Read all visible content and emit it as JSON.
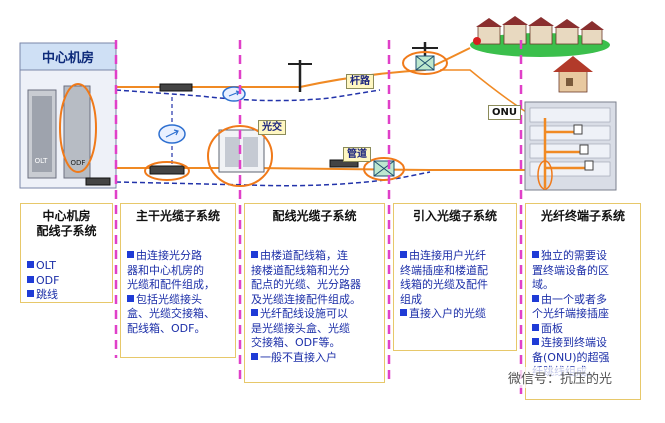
{
  "header": {
    "center_room": "中心机房"
  },
  "equipment_labels": {
    "olt": "OLT",
    "odf": "ODF"
  },
  "diagram_labels": {
    "overhead": "杆路",
    "cross_cabinet": "光交",
    "duct": "管道",
    "onu": "ONU"
  },
  "colors": {
    "fiber": "#f08a24",
    "dashed": "#2233aa",
    "divider": "#e040c8",
    "box_border": "#e7c86a",
    "body_text": "#1c2fa8",
    "highlight": "#f07a1a"
  },
  "subsystems": [
    {
      "title_lines": [
        "中心机房",
        "配线子系统"
      ],
      "bullets": [
        [
          "OLT"
        ],
        [
          "ODF"
        ],
        [
          "跳线"
        ]
      ]
    },
    {
      "title_lines": [
        "主干光缆子系统"
      ],
      "bullets": [
        [
          "由连接光分路",
          "器和中心机房的",
          "光缆和配件组成，"
        ],
        [
          "包括光缆接头",
          "盒、光缆交接箱、",
          "配线箱、ODF。"
        ]
      ]
    },
    {
      "title_lines": [
        "配线光缆子系统"
      ],
      "bullets": [
        [
          "由楼道配线箱，连",
          "接楼道配线箱和光分",
          "配点的光缆、光分路器",
          "及光缆连接配件组成。"
        ],
        [
          "光纤配线设施可以",
          "是光缆接头盒、光缆",
          "交接箱、ODF等。"
        ],
        [
          "一般不直接入户"
        ]
      ]
    },
    {
      "title_lines": [
        "引入光缆子系统"
      ],
      "bullets": [
        [
          "由连接用户光纤",
          "终端插座和楼道配",
          "线箱的光缆及配件",
          "组成"
        ],
        [
          "直接入户的光缆"
        ]
      ]
    },
    {
      "title_lines": [
        "光纤终端子系统"
      ],
      "bullets": [
        [
          "独立的需要设",
          "置终端设备的区",
          "域。"
        ],
        [
          "由一个或者多",
          "个光纤端接插座"
        ],
        [
          "面板"
        ],
        [
          "连接到终端设",
          "备(ONU)的超强",
          "纤跳线组成。"
        ]
      ]
    }
  ],
  "watermark": "微信号：抗压的光"
}
